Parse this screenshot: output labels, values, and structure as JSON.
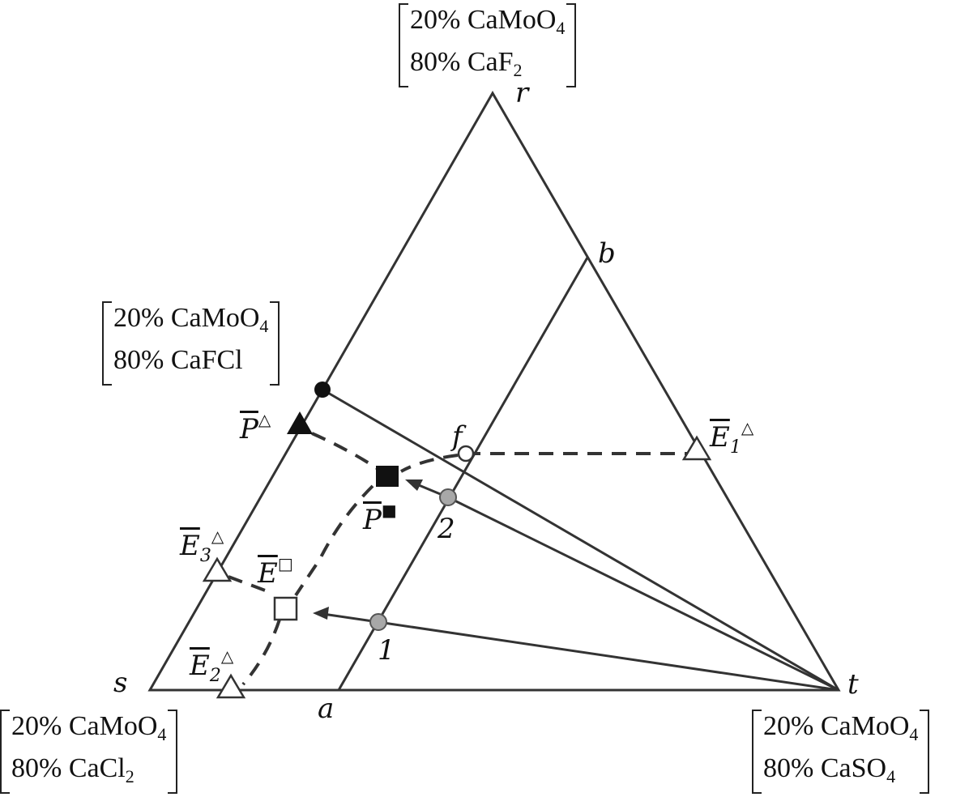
{
  "corners": {
    "top": {
      "l1": "20% CaMoO",
      "l1s": "4",
      "l2": "80% CaF",
      "l2s": "2"
    },
    "left_mid": {
      "l1": "20% CaMoO",
      "l1s": "4",
      "l2": "80% CaFCl",
      "l2s": ""
    },
    "bottom_left": {
      "l1": "20% CaMoO",
      "l1s": "4",
      "l2": "80% CaCl",
      "l2s": "2"
    },
    "bottom_right": {
      "l1": "20% CaMoO",
      "l1s": "4",
      "l2": "80% CaSO",
      "l2s": "4"
    }
  },
  "vertices": {
    "r": "r",
    "s": "s",
    "t": "t",
    "a": "a",
    "b": "b",
    "f": "f",
    "p1": "1",
    "p2": "2"
  },
  "points": {
    "P_tri": {
      "base": "P",
      "sup": "△"
    },
    "P_sq": {
      "base": "P",
      "sup": "■"
    },
    "E_sq": {
      "base": "E",
      "sup": "□"
    },
    "E1": {
      "base": "E",
      "sub": "1",
      "sup": "△"
    },
    "E2": {
      "base": "E",
      "sub": "2",
      "sup": "△"
    },
    "E3": {
      "base": "E",
      "sub": "3",
      "sup": "△"
    }
  },
  "colors": {
    "line": "#333333",
    "gray_point": "#a8a8a8",
    "black": "#111111"
  }
}
